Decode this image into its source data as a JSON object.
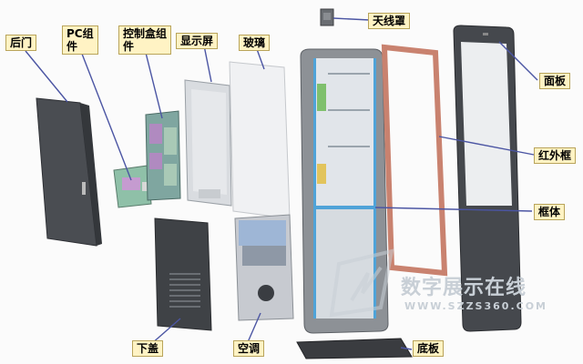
{
  "labels": {
    "back_door": "后门",
    "pc_assembly": "PC组件",
    "control_box": "控制盒组件",
    "display": "显示屏",
    "glass": "玻璃",
    "antenna_cover": "天线罩",
    "front_panel": "面板",
    "ir_frame": "红外框",
    "frame_body": "框体",
    "bottom_cover": "下盖",
    "air_conditioner": "空调",
    "base_plate": "底板"
  },
  "watermark": {
    "text": "数字展示在线",
    "url": "WWW.SZZS360.COM"
  }
}
